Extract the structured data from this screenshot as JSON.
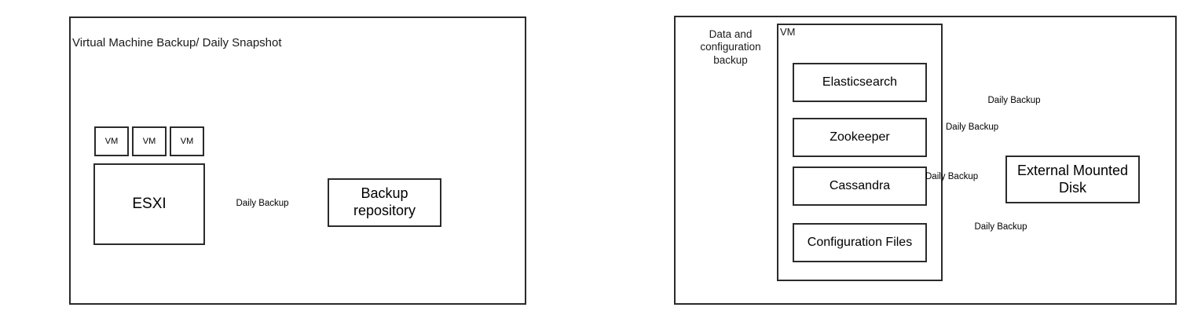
{
  "diagram": {
    "title_semantic": "backup-architecture-diagram",
    "stroke_color": "#2b2b2b",
    "background_color": "#ffffff",
    "text_color": "#1a1a1a"
  },
  "left_panel": {
    "title": "Virtual Machine Backup/ Daily Snapshot",
    "vm_boxes": [
      {
        "label": "VM"
      },
      {
        "label": "VM"
      },
      {
        "label": "VM"
      }
    ],
    "host": {
      "label": "ESXI"
    },
    "target": {
      "label": "Backup\nrepository"
    },
    "edge": {
      "label": "Daily Backup",
      "from": "ESXI",
      "to": "Backup repository"
    }
  },
  "right_panel": {
    "side_label": "Data and\nconfiguration\nbackup",
    "container": {
      "label": "VM"
    },
    "services": [
      {
        "label": "Elasticsearch"
      },
      {
        "label": "Zookeeper"
      },
      {
        "label": "Cassandra"
      },
      {
        "label": "Configuration Files"
      }
    ],
    "target": {
      "label": "External Mounted\nDisk"
    },
    "edges": [
      {
        "label": "Daily Backup",
        "from": "Elasticsearch",
        "to": "External Mounted Disk"
      },
      {
        "label": "Daily Backup",
        "from": "Zookeeper",
        "to": "External Mounted Disk"
      },
      {
        "label": "Daily Backup",
        "from": "Cassandra",
        "to": "External Mounted Disk"
      },
      {
        "label": "Daily Backup",
        "from": "Configuration Files",
        "to": "External Mounted Disk"
      }
    ]
  }
}
